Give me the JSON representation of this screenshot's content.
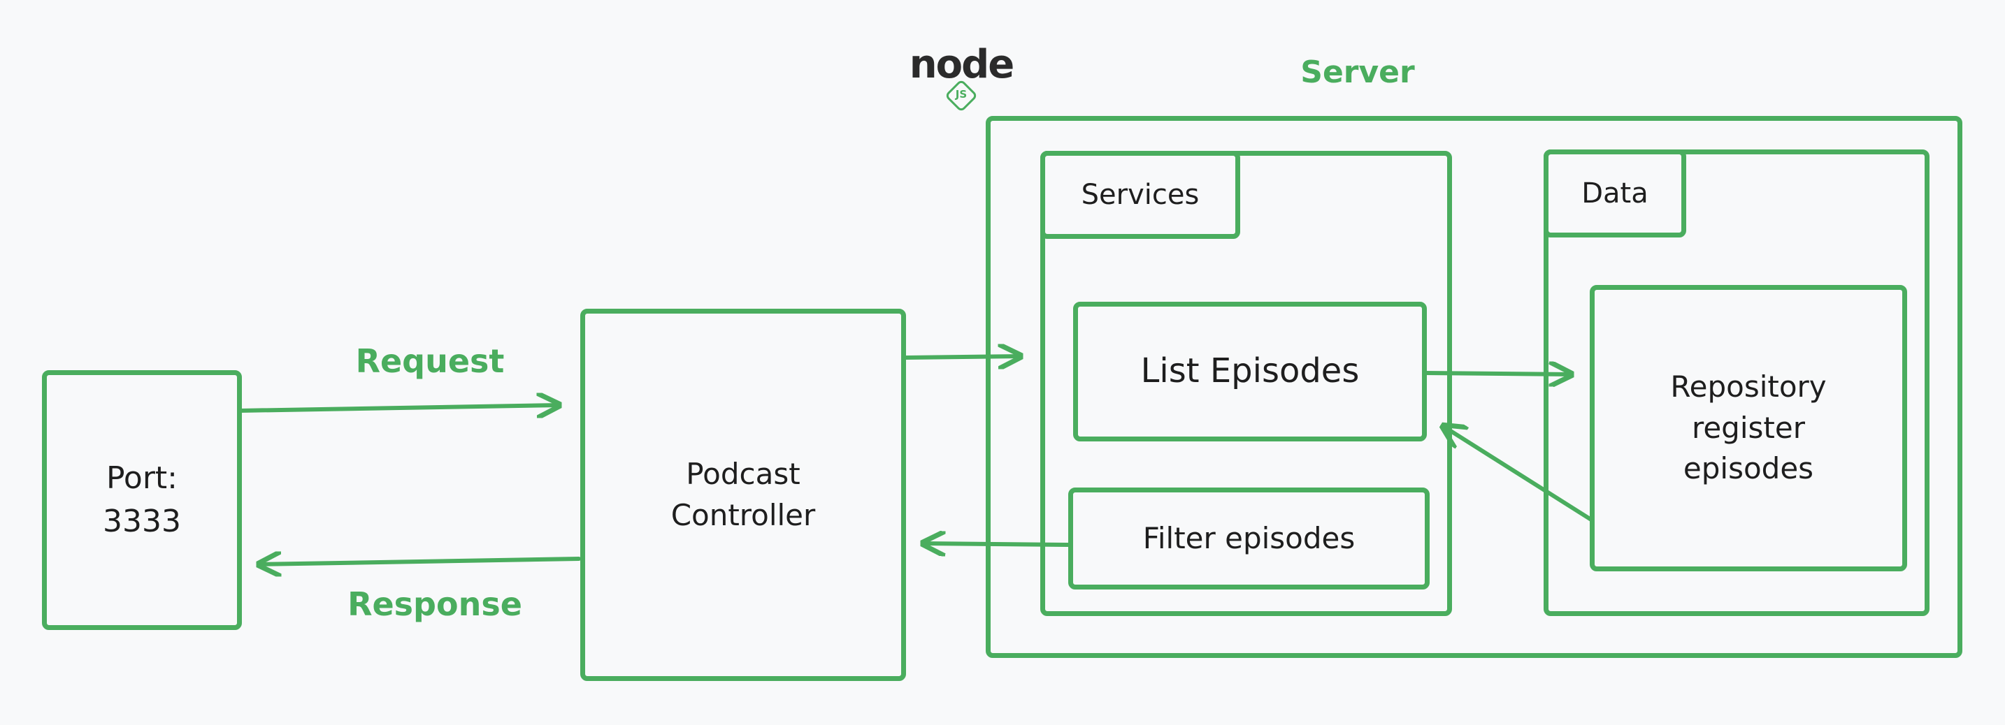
{
  "logo": {
    "text": "node",
    "badge": "JS"
  },
  "server": {
    "title": "Server"
  },
  "services": {
    "title": "Services",
    "list_episodes": "List Episodes",
    "filter_episodes": "Filter episodes"
  },
  "data_panel": {
    "title": "Data",
    "repository": "Repository\nregister\nepisodes"
  },
  "port": {
    "label": "Port:\n3333"
  },
  "controller": {
    "label": "Podcast\nController"
  },
  "arrows": {
    "request": "Request",
    "response": "Response"
  },
  "colors": {
    "accent": "#4aad5e",
    "text": "#1e1e1e",
    "background": "#f8f9fa"
  }
}
